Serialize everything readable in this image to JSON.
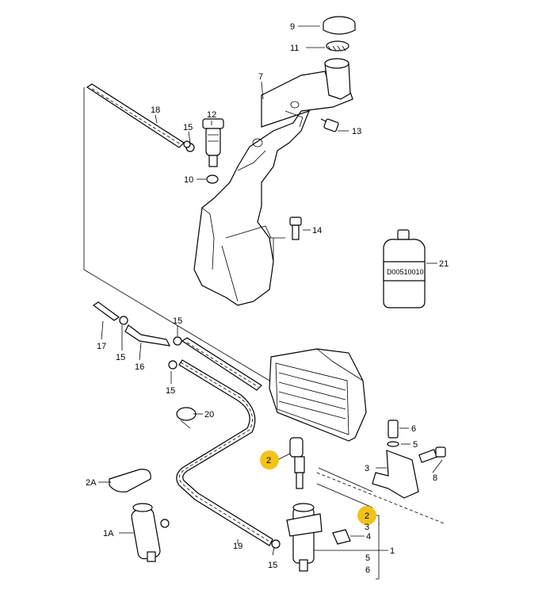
{
  "callouts": [
    {
      "id": "c9",
      "text": "9"
    },
    {
      "id": "c11",
      "text": "11"
    },
    {
      "id": "c7",
      "text": "7"
    },
    {
      "id": "c18",
      "text": "18"
    },
    {
      "id": "c12",
      "text": "12"
    },
    {
      "id": "c15a",
      "text": "15"
    },
    {
      "id": "c13",
      "text": "13"
    },
    {
      "id": "c10",
      "text": "10"
    },
    {
      "id": "c14",
      "text": "14"
    },
    {
      "id": "c21",
      "text": "21"
    },
    {
      "id": "c17",
      "text": "17"
    },
    {
      "id": "c15b",
      "text": "15"
    },
    {
      "id": "c16",
      "text": "16"
    },
    {
      "id": "c15c",
      "text": "15"
    },
    {
      "id": "c15d",
      "text": "15"
    },
    {
      "id": "c20",
      "text": "20"
    },
    {
      "id": "c6",
      "text": "6"
    },
    {
      "id": "c5",
      "text": "5"
    },
    {
      "id": "c3a",
      "text": "3"
    },
    {
      "id": "c8",
      "text": "8"
    },
    {
      "id": "c2a",
      "text": "2"
    },
    {
      "id": "c2A",
      "text": "2A"
    },
    {
      "id": "c1A",
      "text": "1A"
    },
    {
      "id": "c19",
      "text": "19"
    },
    {
      "id": "c15e",
      "text": "15"
    },
    {
      "id": "c2b",
      "text": "2"
    },
    {
      "id": "c3b",
      "text": "3"
    },
    {
      "id": "c4",
      "text": "4"
    },
    {
      "id": "c1",
      "text": "1"
    },
    {
      "id": "c5b",
      "text": "5"
    },
    {
      "id": "c6b",
      "text": "6"
    }
  ],
  "bottle_label": "D00510010",
  "colors": {
    "line": "#000000",
    "highlight": "#f2c31a",
    "background": "#ffffff"
  }
}
